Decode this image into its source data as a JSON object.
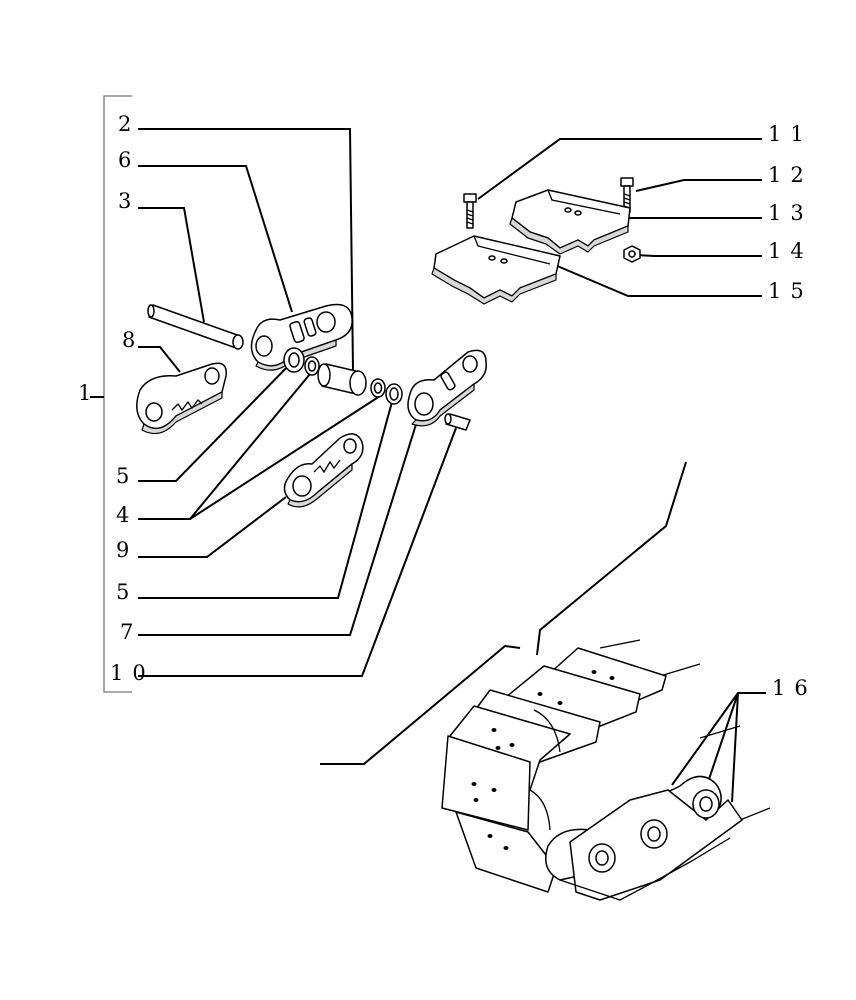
{
  "callouts": {
    "c1": "1",
    "c2": "2",
    "c3": "3",
    "c4": "4",
    "c5a": "5",
    "c5b": "5",
    "c6": "6",
    "c7": "7",
    "c8": "8",
    "c9": "9",
    "c10": "10",
    "c11": "11",
    "c12": "12",
    "c13": "13",
    "c14": "14",
    "c15": "15",
    "c16": "16"
  },
  "parts": [
    {
      "id": "pin",
      "icon": "pin-icon"
    },
    {
      "id": "link-right",
      "icon": "track-link-icon"
    },
    {
      "id": "link-left",
      "icon": "track-link-icon"
    },
    {
      "id": "master-link-8",
      "icon": "master-link-icon"
    },
    {
      "id": "master-link-9",
      "icon": "master-link-icon"
    },
    {
      "id": "bushing",
      "icon": "bushing-icon"
    },
    {
      "id": "seal-rings",
      "icon": "seal-ring-icon"
    },
    {
      "id": "spring-pin",
      "icon": "spring-pin-icon"
    },
    {
      "id": "shoe-bolts",
      "icon": "bolt-icon"
    },
    {
      "id": "track-shoes",
      "icon": "track-shoe-icon"
    },
    {
      "id": "nut",
      "icon": "nut-icon"
    },
    {
      "id": "track-assembly",
      "icon": "track-chain-icon"
    }
  ]
}
